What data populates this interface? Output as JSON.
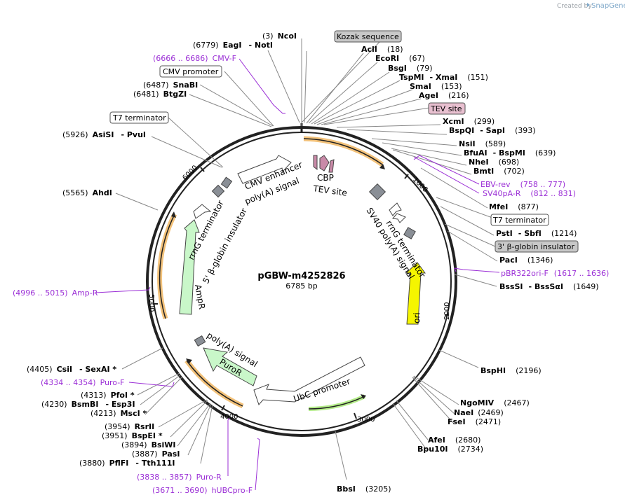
{
  "credit": {
    "text": "Created by",
    "brand": "SnapGene"
  },
  "plasmid": {
    "name": "pGBW-m4252826",
    "size": "6785 bp"
  },
  "ticks": [
    "1000",
    "2000",
    "3000",
    "4000",
    "5000",
    "6000"
  ],
  "features": {
    "cmv_enhancer": "CMV enhancer",
    "polya_top": "poly(A) signal",
    "cbp": "CBP",
    "tev_site": "TEV site",
    "sv40_polya": "SV40 poly(A) signal",
    "rrng_right": "rrnG terminator",
    "ori": "ori",
    "rrng_left": "rrnG terminator",
    "globin_left": "5' β-globin insulator",
    "ampr": "AmpR",
    "polya_bottom": "poly(A) signal",
    "puror": "PuroR",
    "ubc": "UbC promoter"
  },
  "boxed": {
    "kozak": "Kozak sequence",
    "tev": "TEV site",
    "cmv_promoter": "CMV promoter",
    "t7_left": "T7 terminator",
    "t7_right": "T7 terminator",
    "globin_right": "3' β-globin insulator"
  },
  "sites": [
    {
      "pos": "(3)",
      "name": "NcoI",
      "name2": ""
    },
    {
      "pos": "(6779)",
      "name": "EagI",
      "name2": "NotI"
    },
    {
      "pos": "(18)",
      "name": "AclI",
      "name2": ""
    },
    {
      "pos": "(67)",
      "name": "EcoRI",
      "name2": ""
    },
    {
      "pos": "(79)",
      "name": "BsgI",
      "name2": ""
    },
    {
      "pos": "(151)",
      "name": "TspMI",
      "name2": "XmaI"
    },
    {
      "pos": "(153)",
      "name": "SmaI",
      "name2": ""
    },
    {
      "pos": "(216)",
      "name": "AgeI",
      "name2": ""
    },
    {
      "pos": "(299)",
      "name": "XcmI",
      "name2": ""
    },
    {
      "pos": "(393)",
      "name": "BspQI",
      "name2": "SapI"
    },
    {
      "pos": "(589)",
      "name": "NsiI",
      "name2": ""
    },
    {
      "pos": "(639)",
      "name": "BfuAI",
      "name2": "BspMI"
    },
    {
      "pos": "(698)",
      "name": "NheI",
      "name2": ""
    },
    {
      "pos": "(702)",
      "name": "BmtI",
      "name2": ""
    },
    {
      "pos": "(877)",
      "name": "MfeI",
      "name2": ""
    },
    {
      "pos": "(1214)",
      "name": "PstI",
      "name2": "SbfI"
    },
    {
      "pos": "(1346)",
      "name": "PacI",
      "name2": ""
    },
    {
      "pos": "(1649)",
      "name": "BssSI",
      "name2": "BssSαI"
    },
    {
      "pos": "(2196)",
      "name": "BspHI",
      "name2": ""
    },
    {
      "pos": "(2467)",
      "name": "NgoMIV",
      "name2": ""
    },
    {
      "pos": "(2469)",
      "name": "NaeI",
      "name2": ""
    },
    {
      "pos": "(2471)",
      "name": "FseI",
      "name2": ""
    },
    {
      "pos": "(2680)",
      "name": "AfeI",
      "name2": ""
    },
    {
      "pos": "(2734)",
      "name": "Bpu10I",
      "name2": ""
    },
    {
      "pos": "(3205)",
      "name": "BbsI",
      "name2": ""
    },
    {
      "pos": "(6487)",
      "name": "SnaBI",
      "name2": ""
    },
    {
      "pos": "(6481)",
      "name": "BtgZI",
      "name2": ""
    },
    {
      "pos": "(5926)",
      "name": "AsiSI",
      "name2": "PvuI"
    },
    {
      "pos": "(5565)",
      "name": "AhdI",
      "name2": ""
    },
    {
      "pos": "(4405)",
      "name": "CsiI",
      "name2": "SexAI *"
    },
    {
      "pos": "(4313)",
      "name": "PfoI *",
      "name2": ""
    },
    {
      "pos": "(4230)",
      "name": "BsmBI",
      "name2": "Esp3I"
    },
    {
      "pos": "(4213)",
      "name": "MscI *",
      "name2": ""
    },
    {
      "pos": "(3954)",
      "name": "RsrII",
      "name2": ""
    },
    {
      "pos": "(3951)",
      "name": "BspEI *",
      "name2": ""
    },
    {
      "pos": "(3894)",
      "name": "BsiWI",
      "name2": ""
    },
    {
      "pos": "(3887)",
      "name": "PasI",
      "name2": ""
    },
    {
      "pos": "(3880)",
      "name": "PflFI",
      "name2": "Tth111I"
    }
  ],
  "primers": [
    {
      "range": "(6666 .. 6686)",
      "name": "CMV-F"
    },
    {
      "range": "(758 .. 777)",
      "name": "EBV-rev"
    },
    {
      "range": "(812 .. 831)",
      "name": "SV40pA-R"
    },
    {
      "range": "(1617 .. 1636)",
      "name": "pBR322ori-F"
    },
    {
      "range": "(4996 .. 5015)",
      "name": "Amp-R"
    },
    {
      "range": "(4334 .. 4354)",
      "name": "Puro-F"
    },
    {
      "range": "(3838 .. 3857)",
      "name": "Puro-R"
    },
    {
      "range": "(3671 .. 3690)",
      "name": "hUBCpro-F"
    }
  ],
  "colors": {
    "backbone": "#222222",
    "ori": "#f5f500",
    "resistance": "#c9f7c9",
    "promoter": "#ffffff",
    "primer": "#9b2fd6",
    "orf_highlight": "#f3c27a",
    "terminator": "#8a8f96",
    "tag": "#c98aa8"
  }
}
